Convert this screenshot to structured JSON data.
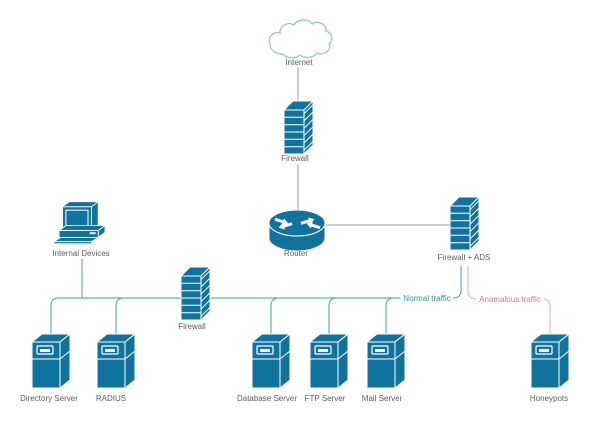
{
  "diagram": {
    "nodes": {
      "internet": {
        "label": "Internet",
        "type": "cloud"
      },
      "firewall_top": {
        "label": "Firewall",
        "type": "firewall"
      },
      "router": {
        "label": "Router",
        "type": "router"
      },
      "firewall_ads": {
        "label": "Firewall + ADS",
        "type": "firewall"
      },
      "internal_devices": {
        "label": "Internal Devices",
        "type": "computer"
      },
      "firewall_internal": {
        "label": "Firewall",
        "type": "firewall"
      },
      "directory_server": {
        "label": "Directory Server",
        "type": "server"
      },
      "radius": {
        "label": "RADIUS",
        "type": "server"
      },
      "database_server": {
        "label": "Database Server",
        "type": "server"
      },
      "ftp_server": {
        "label": "FTP Server",
        "type": "server"
      },
      "mail_server": {
        "label": "Mail Server",
        "type": "server"
      },
      "honeypots": {
        "label": "Honeypots",
        "type": "server"
      }
    },
    "edge_labels": {
      "normal": {
        "label": "Normal traffic"
      },
      "anomalous": {
        "label": "Anomalous traffic"
      }
    },
    "colors": {
      "node_fill": "#10739e",
      "connector_gray": "#9e9e9e",
      "normal_traffic": "#3ba0a0",
      "normal_traffic_text": "#2e9596",
      "anomalous_traffic": "#f4a9a2",
      "anomalous_traffic_text": "#eb7b6e",
      "cloud_stroke": "#9fc4e3",
      "label_text": "#5d5d5d"
    }
  }
}
